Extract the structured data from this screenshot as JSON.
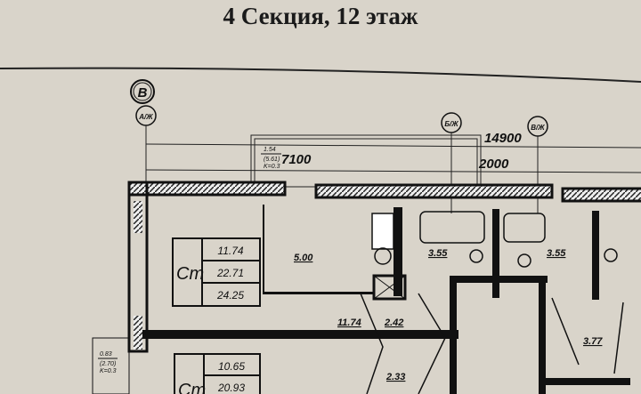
{
  "title": "4 Секция, 12 этаж",
  "axes": {
    "b": "В",
    "a_zh": "А/Ж",
    "b_zh": "Б/Ж",
    "v_zh": "В/Ж"
  },
  "dimensions": {
    "d7100": "7100",
    "d14900": "14900",
    "d2000": "2000"
  },
  "balcony_top": {
    "area": "1.54",
    "full": "(5.61)",
    "k": "K=0.3"
  },
  "balcony_left": {
    "area": "0.83",
    "full": "(2.70)",
    "k": "K=0.3"
  },
  "apartment_1": {
    "type": "Ст",
    "values": [
      "11.74",
      "22.71",
      "24.25"
    ]
  },
  "apartment_2": {
    "type": "Ст",
    "values": [
      "10.65",
      "20.93"
    ]
  },
  "rooms": {
    "kitchen": "5.00",
    "bath1": "3.55",
    "bath2": "3.55",
    "living": "11.74",
    "hall1": "2.42",
    "hall2": "2.33",
    "hall3": "3.77"
  }
}
